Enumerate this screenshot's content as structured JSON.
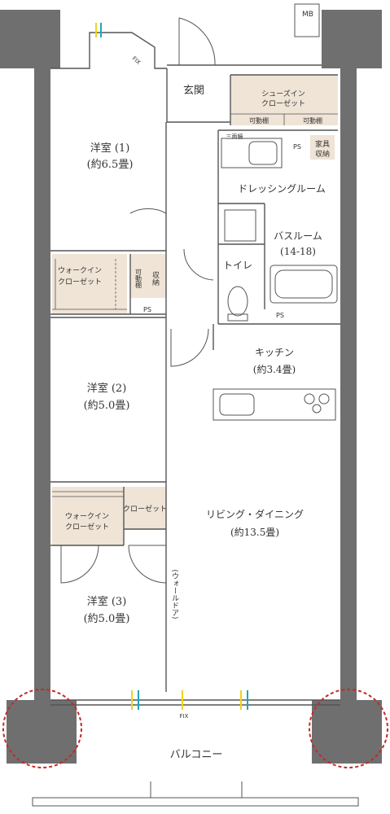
{
  "colors": {
    "wall": "#6f6f6f",
    "storage_fill": "#efe4d6",
    "line": "#555555",
    "column_highlight": "#c62828",
    "window_yellow": "#f2d21b",
    "window_blue": "#1fa6b8"
  },
  "labels": {
    "mb": "MB",
    "genkan": "玄関",
    "shoes_line1": "シューズイン",
    "shoes_line2": "クローゼット",
    "kadodana": "可動棚",
    "sanmenkyo": "三面鏡",
    "ps": "PS",
    "kagu_line1": "家具",
    "kagu_line2": "収納",
    "dressing": "ドレッシングルーム",
    "bath_line1": "バスルーム",
    "bath_line2": "(14-18)",
    "toilet": "トイレ",
    "room1_line1": "洋室 (1)",
    "room1_line2": "(約6.5畳)",
    "wic1_line1": "ウォークイン",
    "wic1_line2": "クローゼット",
    "kado_v": "可動棚",
    "shuno_v": "収納",
    "kitchen_line1": "キッチン",
    "kitchen_line2": "(約3.4畳)",
    "room2_line1": "洋室 (2)",
    "room2_line2": "(約5.0畳)",
    "wic2_line1": "ウォークイン",
    "wic2_line2": "クローゼット",
    "closet": "クローゼット",
    "living_line1": "リビング・ダイニング",
    "living_line2": "(約13.5畳)",
    "room3_line1": "洋室 (3)",
    "room3_line2": "(約5.0畳)",
    "wall_door": "(ウォールドア)",
    "fix": "FIX",
    "balcony": "バルコニー"
  }
}
